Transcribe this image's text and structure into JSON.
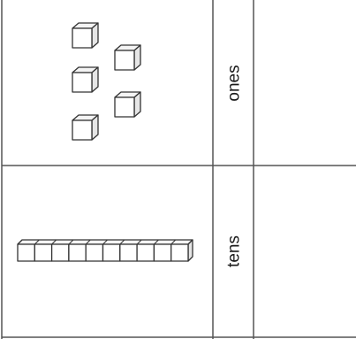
{
  "table": {
    "rows": [
      {
        "place_label": "ones",
        "cubes_shown": 5,
        "value": ""
      },
      {
        "place_label": "tens",
        "rods_shown": 1,
        "units_per_rod": 10,
        "value": ""
      }
    ]
  },
  "colors": {
    "line": "#555555",
    "block_edge": "#333333",
    "block_top": "#f4f4f4",
    "block_side": "#e6e6e6",
    "block_front": "#ffffff"
  },
  "icons": [
    "unit-cube-icon",
    "ten-rod-icon"
  ]
}
